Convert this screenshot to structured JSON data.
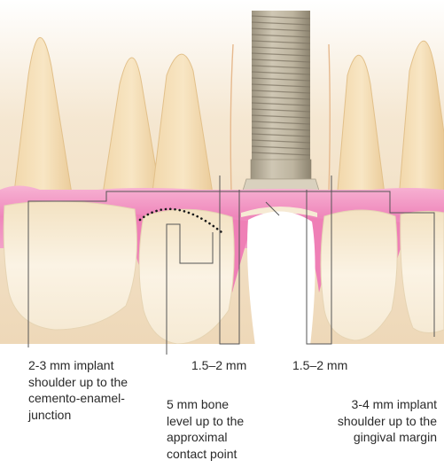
{
  "labels": {
    "cej": [
      "2-3 mm implant",
      "shoulder up to the",
      "cemento-enamel-",
      "junction"
    ],
    "dist_left": "1.5–2 mm",
    "dist_right": "1.5–2 mm",
    "bone": [
      "5 mm bone",
      "level up to the",
      "approximal",
      "contact point"
    ],
    "gingival": [
      "3-4 mm implant",
      "shoulder up to the",
      "gingival margin"
    ]
  },
  "colors": {
    "bone": "#f1e0c6",
    "bone_line": "#ead2b0",
    "gingiva": "#f08cc0",
    "gingiva_light": "#f8bcd9",
    "tooth": "#f5e8cf",
    "tooth_shadow": "#e2c89e",
    "implant": "#bdb4a0",
    "implant_shadow": "#8f8672",
    "leader": "#555555"
  }
}
